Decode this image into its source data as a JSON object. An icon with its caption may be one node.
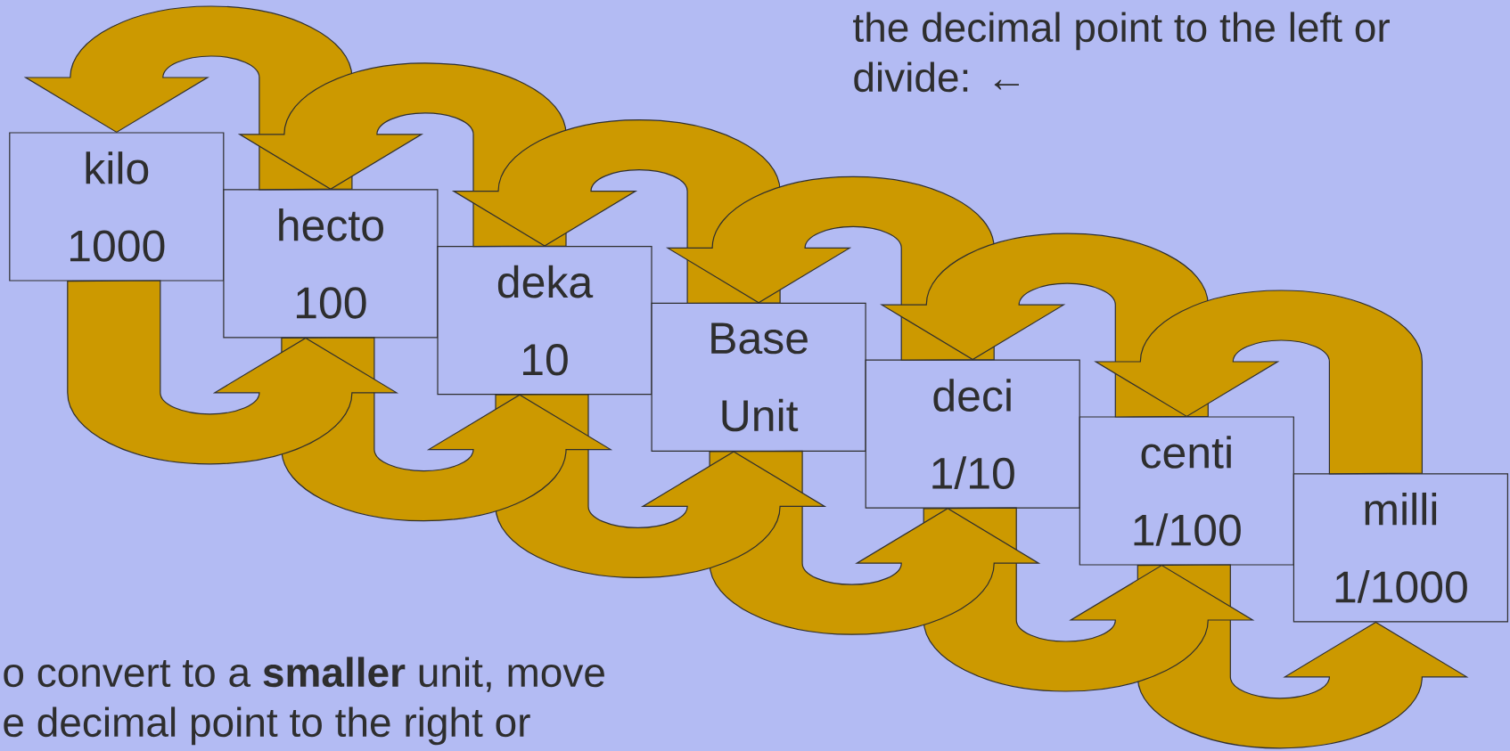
{
  "diagram": {
    "nodes": [
      {
        "text": [
          "kilo",
          "1000"
        ]
      },
      {
        "text": [
          "hecto",
          "100"
        ]
      },
      {
        "text": [
          "deka",
          "10"
        ]
      },
      {
        "text": [
          "Base",
          "Unit"
        ]
      },
      {
        "text": [
          "deci",
          "1/10"
        ]
      },
      {
        "text": [
          "centi",
          "1/100"
        ]
      },
      {
        "text": [
          "milli",
          "1/1000"
        ]
      }
    ],
    "edges": [
      {
        "from": 1,
        "to": 0,
        "arrow": "to"
      },
      {
        "from": 2,
        "to": 1,
        "arrow": "to"
      },
      {
        "from": 3,
        "to": 2,
        "arrow": "to"
      },
      {
        "from": 4,
        "to": 3,
        "arrow": "to"
      },
      {
        "from": 5,
        "to": 4,
        "arrow": "to"
      },
      {
        "from": 6,
        "to": 5,
        "arrow": "to"
      },
      {
        "from": 0,
        "to": 1,
        "arrow": "to"
      },
      {
        "from": 1,
        "to": 2,
        "arrow": "to"
      },
      {
        "from": 2,
        "to": 3,
        "arrow": "to"
      },
      {
        "from": 3,
        "to": 4,
        "arrow": "to"
      },
      {
        "from": 4,
        "to": 5,
        "arrow": "to"
      },
      {
        "from": 5,
        "to": 6,
        "arrow": "to"
      }
    ],
    "labels": [
      "the decimal point to the left or divide: ←",
      "o convert to a **smaller** unit, move e decimal point to the right or"
    ]
  }
}
